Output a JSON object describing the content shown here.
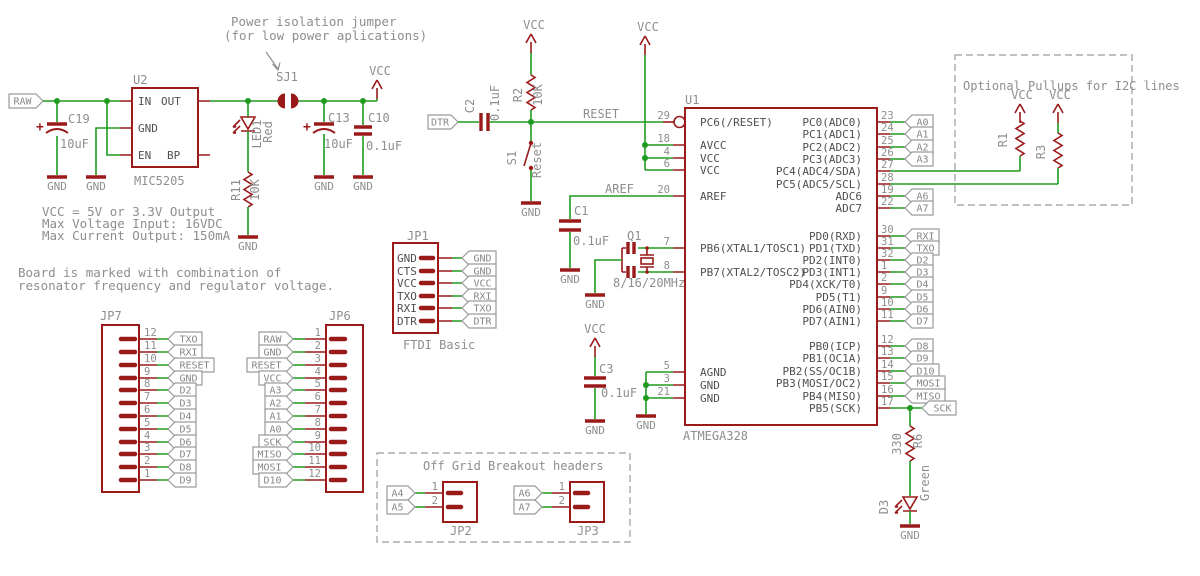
{
  "colors": {
    "part": "#9a1a1a",
    "net": "#1e9b1e",
    "label": "#8e8e8e",
    "pin_text": "#4f4f4f",
    "background": "#ffffff"
  },
  "vcc_label": "VCC",
  "gnd_label": "GND",
  "texts": {
    "jumper_note1": "Power isolation jumper",
    "jumper_note2": "(for low power aplications)",
    "reg_note1": "VCC = 5V or 3.3V Output",
    "reg_note2": "Max Voltage Input: 16VDC",
    "reg_note3": "Max Current Output: 150mA",
    "board_note1": "Board is marked with combination of",
    "board_note2": "resonator frequency and regulator voltage.",
    "i2c_title": "Optional Pullups for I2C lines",
    "breakout_title": "Off Grid Breakout headers"
  },
  "power": {
    "raw_flag": "RAW",
    "sj1": "SJ1",
    "u2": {
      "ref": "U2",
      "part": "MIC5205",
      "in": "IN",
      "out": "OUT",
      "gnd": "GND",
      "en": "EN",
      "bp": "BP"
    },
    "c19": {
      "ref": "C19",
      "val": "10uF"
    },
    "c13": {
      "ref": "C13",
      "val": "10uF"
    },
    "c10": {
      "ref": "C10",
      "val": "0.1uF"
    },
    "led1": {
      "ref": "LED1",
      "val": "Red"
    },
    "r11": {
      "ref": "R11",
      "val": "10K"
    }
  },
  "reset": {
    "dtr_flag": "DTR",
    "net": "RESET",
    "c2": {
      "ref": "C2",
      "val": "0.1uF"
    },
    "r2": {
      "ref": "R2",
      "val": "10K"
    },
    "s1": {
      "ref": "S1",
      "val": "Reset"
    }
  },
  "aref": {
    "net": "AREF",
    "c1": {
      "ref": "C1",
      "val": "0.1uF"
    }
  },
  "q1": {
    "ref": "Q1",
    "val": "8/16/20MHz"
  },
  "c3": {
    "ref": "C3",
    "val": "0.1uF"
  },
  "pullups": {
    "r1": "R1",
    "r3": "R3"
  },
  "sck_led": {
    "r6": {
      "ref": "R6",
      "val": "330"
    },
    "d3": {
      "ref": "D3",
      "val": "Green"
    }
  },
  "u1": {
    "ref": "U1",
    "part": "ATMEGA328",
    "left": [
      {
        "num": "29",
        "name": "PC6(/RESET)"
      },
      {
        "num": "18",
        "name": "AVCC"
      },
      {
        "num": "4",
        "name": "VCC"
      },
      {
        "num": "6",
        "name": "VCC"
      },
      {
        "num": "20",
        "name": "AREF"
      },
      {
        "num": "7",
        "name": "PB6(XTAL1/TOSC1)"
      },
      {
        "num": "8",
        "name": "PB7(XTAL2/TOSC2)"
      },
      {
        "num": "5",
        "name": "AGND"
      },
      {
        "num": "3",
        "name": "GND"
      },
      {
        "num": "21",
        "name": "GND"
      }
    ],
    "right": [
      {
        "num": "23",
        "name": "PC0(ADC0)",
        "flag": "A0"
      },
      {
        "num": "24",
        "name": "PC1(ADC1)",
        "flag": "A1"
      },
      {
        "num": "25",
        "name": "PC2(ADC2)",
        "flag": "A2"
      },
      {
        "num": "26",
        "name": "PC3(ADC3)",
        "flag": "A3"
      },
      {
        "num": "27",
        "name": "PC4(ADC4/SDA)",
        "flag": ""
      },
      {
        "num": "28",
        "name": "PC5(ADC5/SCL)",
        "flag": ""
      },
      {
        "num": "19",
        "name": "ADC6",
        "flag": "A6"
      },
      {
        "num": "22",
        "name": "ADC7",
        "flag": "A7"
      },
      {
        "num": "30",
        "name": "PD0(RXD)",
        "flag": "RXI"
      },
      {
        "num": "31",
        "name": "PD1(TXD)",
        "flag": "TXO"
      },
      {
        "num": "32",
        "name": "PD2(INT0)",
        "flag": "D2"
      },
      {
        "num": "1",
        "name": "PD3(INT1)",
        "flag": "D3"
      },
      {
        "num": "2",
        "name": "PD4(XCK/T0)",
        "flag": "D4"
      },
      {
        "num": "9",
        "name": "PD5(T1)",
        "flag": "D5"
      },
      {
        "num": "10",
        "name": "PD6(AIN0)",
        "flag": "D6"
      },
      {
        "num": "11",
        "name": "PD7(AIN1)",
        "flag": "D7"
      },
      {
        "num": "12",
        "name": "PB0(ICP)",
        "flag": "D8"
      },
      {
        "num": "13",
        "name": "PB1(OC1A)",
        "flag": "D9"
      },
      {
        "num": "14",
        "name": "PB2(SS/OC1B)",
        "flag": "D10"
      },
      {
        "num": "15",
        "name": "PB3(MOSI/OC2)",
        "flag": "MOSI"
      },
      {
        "num": "16",
        "name": "PB4(MISO)",
        "flag": "MISO"
      },
      {
        "num": "17",
        "name": "PB5(SCK)",
        "flag": "SCK"
      }
    ]
  },
  "jp1": {
    "ref": "JP1",
    "caption": "FTDI Basic",
    "rows": [
      {
        "pin": "GND",
        "flag": "GND"
      },
      {
        "pin": "CTS",
        "flag": "GND"
      },
      {
        "pin": "VCC",
        "flag": "VCC"
      },
      {
        "pin": "TXO",
        "flag": "RXI"
      },
      {
        "pin": "RXI",
        "flag": "TXO"
      },
      {
        "pin": "DTR",
        "flag": "DTR"
      }
    ]
  },
  "jp7": {
    "ref": "JP7",
    "rows": [
      {
        "num": "12",
        "flag": "TXO"
      },
      {
        "num": "11",
        "flag": "RXI"
      },
      {
        "num": "10",
        "flag": "RESET"
      },
      {
        "num": "9",
        "flag": "GND"
      },
      {
        "num": "8",
        "flag": "D2"
      },
      {
        "num": "7",
        "flag": "D3"
      },
      {
        "num": "6",
        "flag": "D4"
      },
      {
        "num": "5",
        "flag": "D5"
      },
      {
        "num": "4",
        "flag": "D6"
      },
      {
        "num": "3",
        "flag": "D7"
      },
      {
        "num": "2",
        "flag": "D8"
      },
      {
        "num": "1",
        "flag": "D9"
      }
    ]
  },
  "jp6": {
    "ref": "JP6",
    "rows": [
      {
        "num": "1",
        "flag": "RAW"
      },
      {
        "num": "2",
        "flag": "GND"
      },
      {
        "num": "3",
        "flag": "RESET"
      },
      {
        "num": "4",
        "flag": "VCC"
      },
      {
        "num": "5",
        "flag": "A3"
      },
      {
        "num": "6",
        "flag": "A2"
      },
      {
        "num": "7",
        "flag": "A1"
      },
      {
        "num": "8",
        "flag": "A0"
      },
      {
        "num": "9",
        "flag": "SCK"
      },
      {
        "num": "10",
        "flag": "MISO"
      },
      {
        "num": "11",
        "flag": "MOSI"
      },
      {
        "num": "12",
        "flag": "D10"
      }
    ]
  },
  "jp2": {
    "ref": "JP2",
    "rows": [
      {
        "num": "1",
        "flag": "A4"
      },
      {
        "num": "2",
        "flag": "A5"
      }
    ]
  },
  "jp3": {
    "ref": "JP3",
    "rows": [
      {
        "num": "1",
        "flag": "A6"
      },
      {
        "num": "2",
        "flag": "A7"
      }
    ]
  }
}
